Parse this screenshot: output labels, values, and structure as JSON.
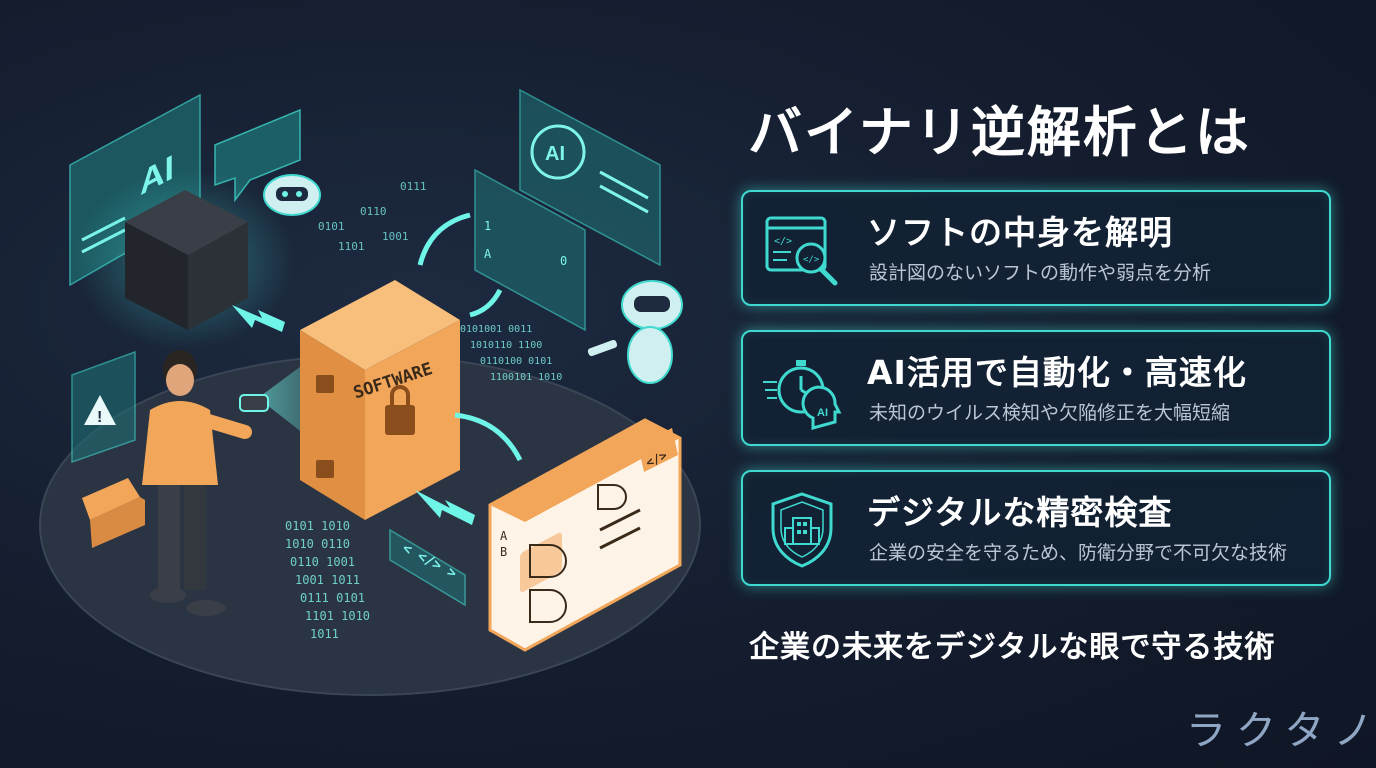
{
  "title": "バイナリ逆解析とは",
  "illustration": {
    "box_label": "SOFTWARE",
    "ai_label_1": "AI",
    "ai_label_2": "AI",
    "code_tag_1": "</>",
    "code_tag_2": "< </> >",
    "binary_stream": "0101 1010 0110 1001",
    "gate_labels": [
      "A",
      "B",
      "1",
      "0"
    ]
  },
  "cards": [
    {
      "icon": "code-magnifier-icon",
      "title": "ソフトの中身を解明",
      "desc": "設計図のないソフトの動作や弱点を分析"
    },
    {
      "icon": "ai-stopwatch-icon",
      "icon_text": "AI",
      "title": "AI活用で自動化・高速化",
      "desc": "未知のウイルス検知や欠陥修正を大幅短縮"
    },
    {
      "icon": "shield-building-icon",
      "title": "デジタルな精密検査",
      "desc": "企業の安全を守るため、防衛分野で不可欠な技術"
    }
  ],
  "tagline": "企業の未来をデジタルな眼で守る技術",
  "logo": "ラクタノ",
  "colors": {
    "accent": "#3fd9cf",
    "orange": "#f2a65a",
    "background": "#141d2e"
  }
}
